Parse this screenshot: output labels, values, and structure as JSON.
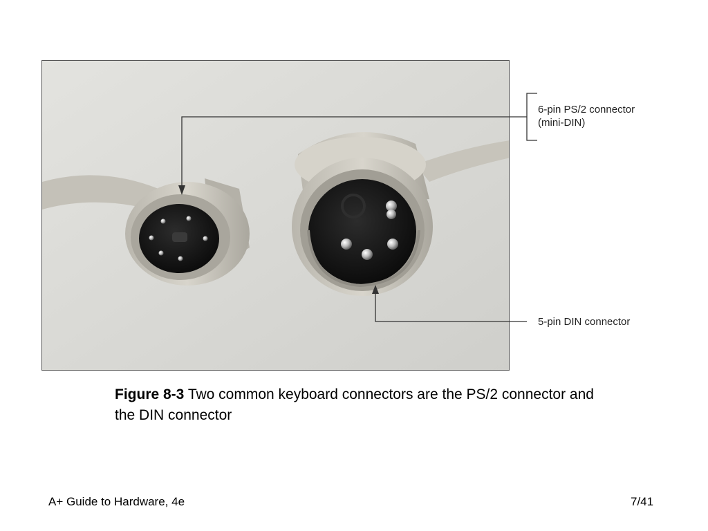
{
  "figure": {
    "callouts": {
      "ps2_line1": "6-pin PS/2 connector",
      "ps2_line2": "(mini-DIN)",
      "din": "5-pin DIN connector"
    },
    "caption": {
      "number": "Figure 8-3",
      "text": " Two common keyboard connectors are the PS/2 connector and the DIN connector"
    }
  },
  "footer": {
    "title": "A+ Guide to Hardware, 4e",
    "page": "7/41"
  },
  "colors": {
    "background": "#ffffff",
    "photo_backdrop": "#dcdcd8",
    "connector_shell": "#c9c6bd",
    "connector_face": "#161616",
    "callout_line": "#333333"
  }
}
